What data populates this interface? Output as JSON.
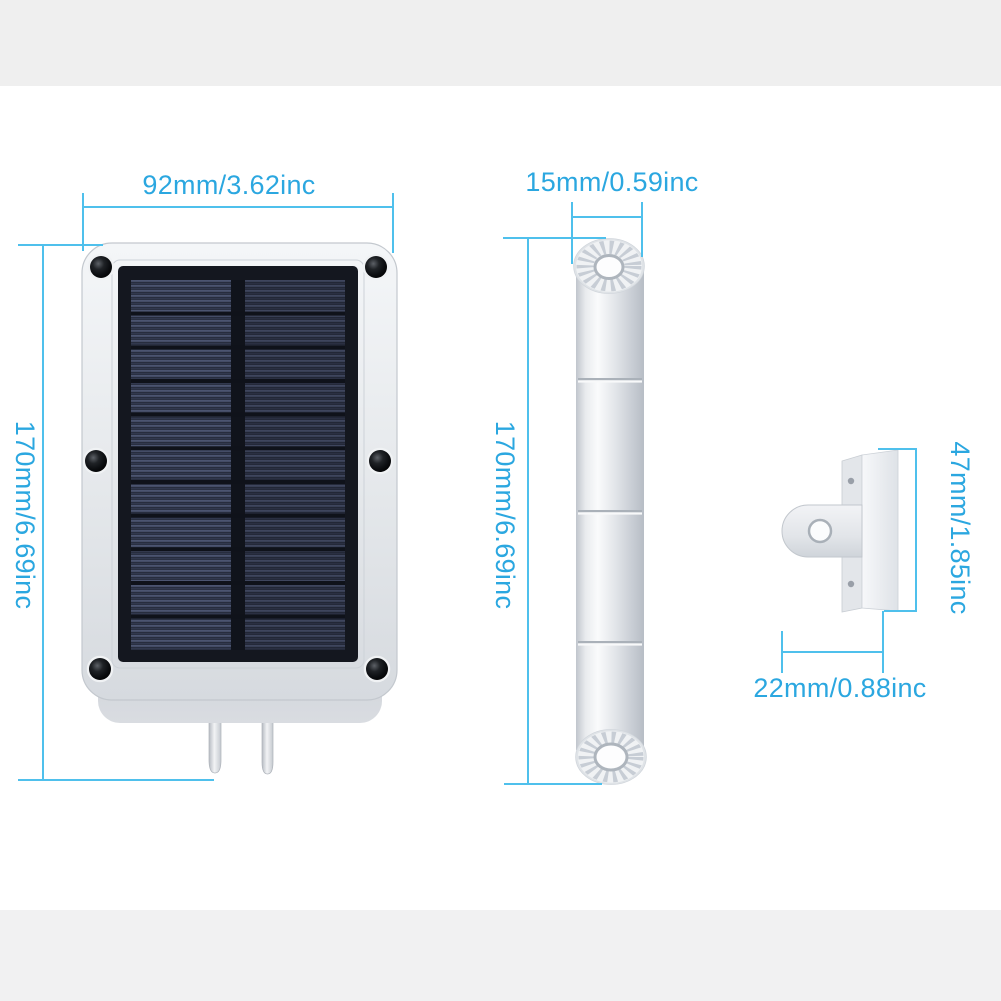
{
  "labels": {
    "panel_width": "92mm/3.62inc",
    "panel_height": "170mm/6.69inc",
    "bar_width": "15mm/0.59inc",
    "bar_height": "170mm/6.69inc",
    "bracket_height": "47mm/1.85inc",
    "bracket_width": "22mm/0.88inc"
  },
  "colors": {
    "dimension_text": "#2BA7E0",
    "dimension_line": "#4FC0EC"
  }
}
